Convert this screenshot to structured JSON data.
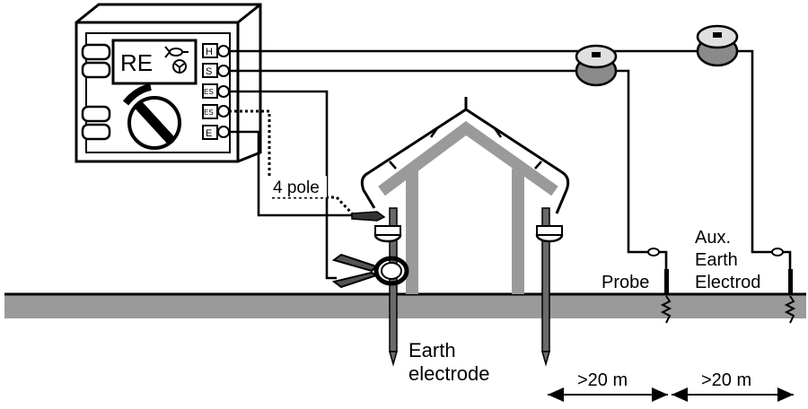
{
  "meter": {
    "display_text": "RE",
    "terminals": [
      "H",
      "S",
      "ES",
      "E"
    ],
    "icons": [
      "clamp-symbol-icon",
      "rotation-symbol-icon",
      "rotary-knob-icon"
    ]
  },
  "labels": {
    "four_pole": "4 pole",
    "probe": "Probe",
    "aux_line1": "Aux.",
    "aux_line2": "Earth",
    "aux_line3": "Electrod",
    "earth_line1": "Earth",
    "earth_line2": "electrode",
    "dist1": ">20 m",
    "dist2": ">20 m"
  },
  "colors": {
    "ground": "#9a9a9a",
    "house_frame": "#9a9a9a",
    "reel": "#8a8a8a",
    "electrode": "#6a6a6a",
    "line": "#000000"
  }
}
